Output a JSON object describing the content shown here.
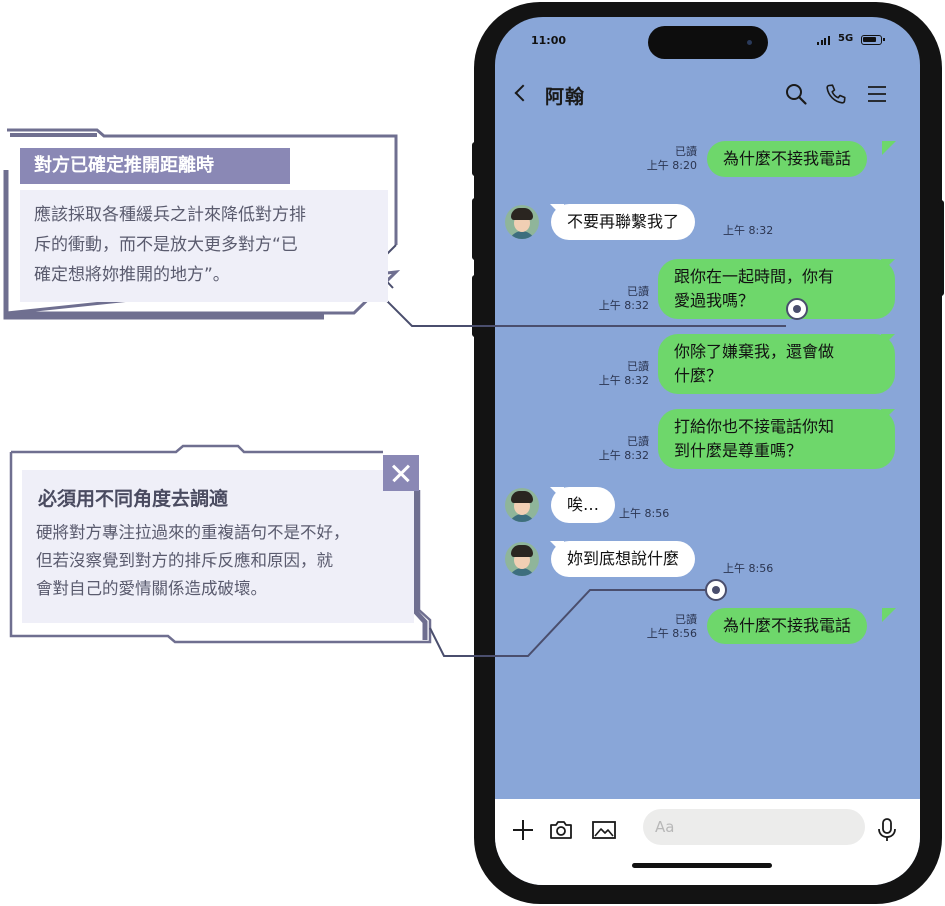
{
  "status_bar": {
    "time": "11:00",
    "network": "5G"
  },
  "header": {
    "contact_name": "阿翰",
    "back_icon": "chevron-left-icon",
    "icons": [
      "search-icon",
      "phone-icon",
      "menu-icon"
    ]
  },
  "messages": [
    {
      "side": "out",
      "text": [
        "為什麼不接我電話"
      ],
      "read": "已讀",
      "time": "上午 8:20"
    },
    {
      "side": "in",
      "text": [
        "不要再聯繫我了"
      ],
      "time": "上午 8:32"
    },
    {
      "side": "out",
      "text": [
        "跟你在一起時間，你有",
        "愛過我嗎？"
      ],
      "read": "已讀",
      "time": "上午 8:32"
    },
    {
      "side": "out",
      "text": [
        "你除了嫌棄我，還會做",
        "什麼？"
      ],
      "read": "已讀",
      "time": "上午 8:32"
    },
    {
      "side": "out",
      "text": [
        "打給你也不接電話你知",
        "到什麼是尊重嗎？"
      ],
      "read": "已讀",
      "time": "上午 8:32"
    },
    {
      "side": "in",
      "text": [
        "唉…"
      ],
      "time": "上午 8:56"
    },
    {
      "side": "in",
      "text": [
        "妳到底想說什麼"
      ],
      "time": "上午 8:56"
    },
    {
      "side": "out",
      "text": [
        "為什麼不接我電話"
      ],
      "read": "已讀",
      "time": "上午 8:56"
    }
  ],
  "input_bar": {
    "placeholder": "Aa",
    "icons": [
      "plus-icon",
      "camera-icon",
      "image-icon",
      "microphone-icon"
    ]
  },
  "callouts": [
    {
      "title": "對方已確定推開距離時",
      "body": [
        "應該採取各種緩兵之計來降低對方排",
        "斥的衝動，而不是放大更多對方“已",
        "確定想將妳推開的地方”。"
      ]
    },
    {
      "title": "必須用不同角度去調適",
      "body": [
        "硬將對方專注拉過來的重複語句不是不好，",
        "但若沒察覺到對方的排斥反應和原因，就",
        "會對自己的愛情關係造成破壞。"
      ]
    }
  ],
  "colors": {
    "screen_bg": "#89a6d8",
    "outgoing_bubble": "#6ed76b",
    "incoming_bubble": "#ffffff",
    "callout_accent": "#8a88b5",
    "callout_line": "#4a4e6d"
  }
}
